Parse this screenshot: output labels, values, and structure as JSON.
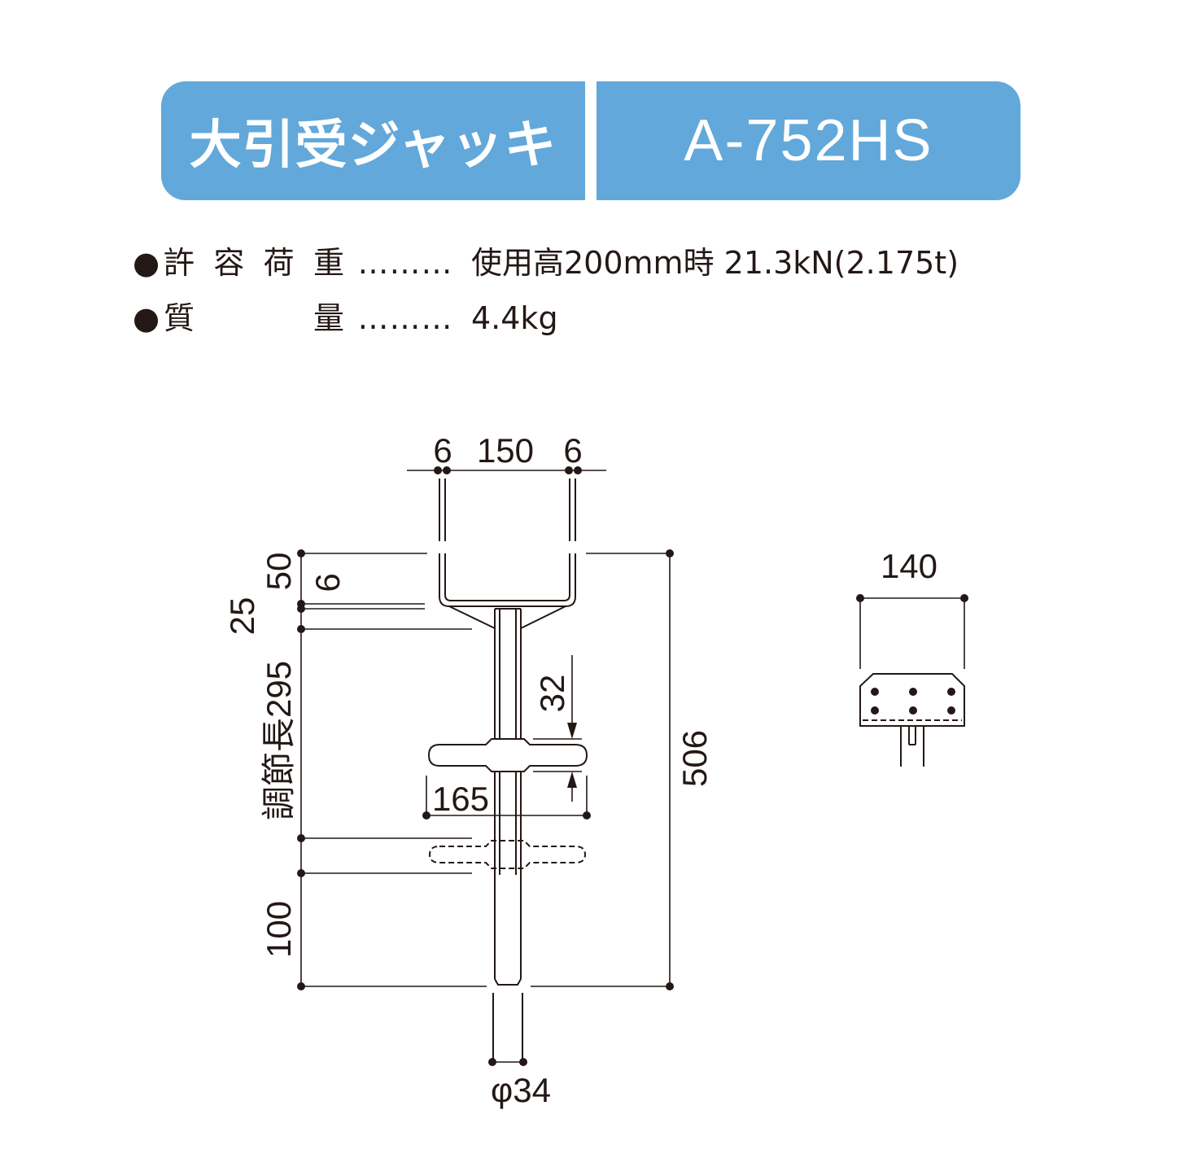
{
  "header": {
    "product_name": "大引受ジャッキ",
    "model_number": "A-752HS"
  },
  "specs": [
    {
      "bullet": "●",
      "label": "許容荷重",
      "dots": "………",
      "value": "使用高200mm時 21.3kN(2.175t)"
    },
    {
      "bullet": "●",
      "label": "質量",
      "dots": "………",
      "value": "4.4kg"
    }
  ],
  "dimensions": {
    "top_left_plate": "6",
    "top_width": "150",
    "top_right_plate": "6",
    "head_height": "50",
    "plate_thickness": "6",
    "head_taper": "25",
    "adjust_length": "調節長295",
    "handle_offset": "32",
    "handle_length": "165",
    "base_length": "100",
    "total_height": "506",
    "shaft_diameter": "φ34",
    "side_width": "140"
  }
}
